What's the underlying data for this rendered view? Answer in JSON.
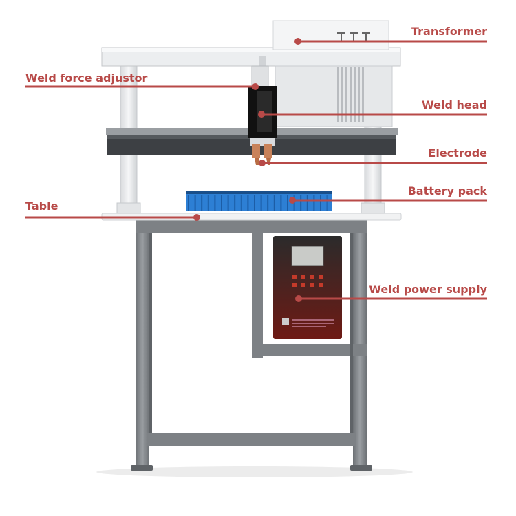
{
  "colors": {
    "label": "#b84a48",
    "leader": "#b84a48",
    "frame": "#8f9397",
    "frame_dark": "#5f6367",
    "gantry": "#e9ebed",
    "head": "#111111",
    "electrode": "#c8825a",
    "battery": "#2d7fd4",
    "supply_top": "#2b2b2b",
    "supply_bottom": "#6e1a14"
  },
  "labels": [
    {
      "id": "transformer",
      "text": "Transformer"
    },
    {
      "id": "weld-force-adjustor",
      "text": "Weld force adjustor"
    },
    {
      "id": "weld-head",
      "text": "Weld head"
    },
    {
      "id": "electrode",
      "text": "Electrode"
    },
    {
      "id": "battery-pack",
      "text": "Battery pack"
    },
    {
      "id": "table",
      "text": "Table"
    },
    {
      "id": "weld-power-supply",
      "text": "Weld power supply"
    }
  ]
}
